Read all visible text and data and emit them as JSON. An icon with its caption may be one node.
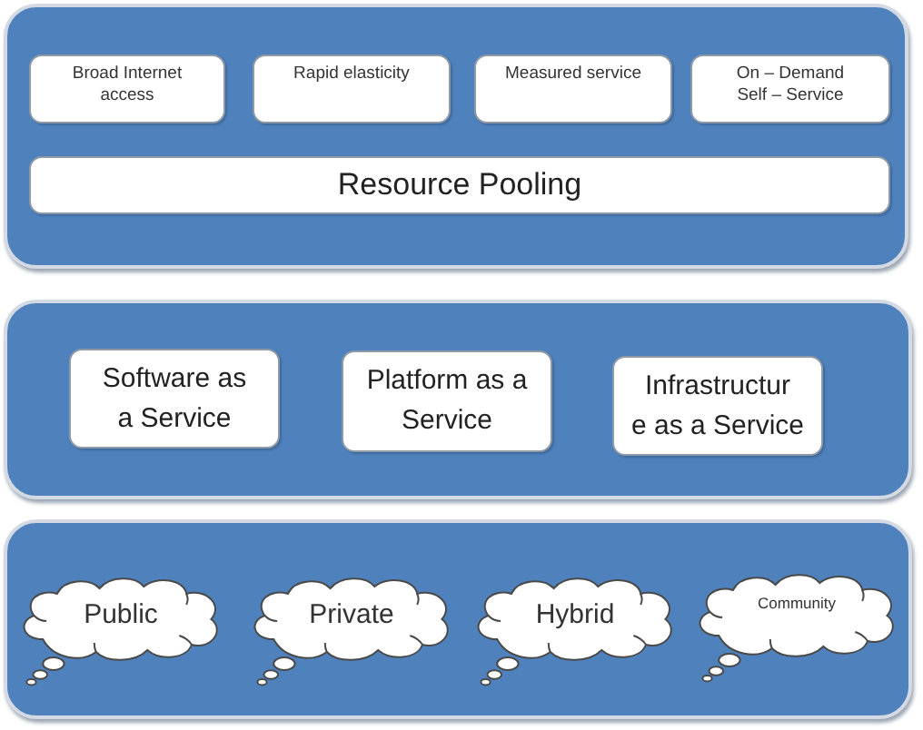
{
  "diagram": {
    "nodes": [
      {
        "text": [],
        "shape": "box"
      },
      {
        "text": [
          "Broad Internet access"
        ],
        "in": 0
      },
      {
        "text": [
          "Rapid elasticity"
        ],
        "in": 0
      },
      {
        "text": [
          "Measured service"
        ],
        "in": 0
      },
      {
        "text": [
          "On – Demand Self – Service"
        ],
        "in": 0
      },
      {
        "text": [
          "Resource Pooling"
        ],
        "in": 0
      },
      {
        "text": [],
        "shape": "box"
      },
      {
        "text": [
          "Software as a Service"
        ],
        "in": 6
      },
      {
        "text": [
          "Platform as a Service"
        ],
        "in": 6
      },
      {
        "text": [
          "Infrastructur e as a Service"
        ],
        "in": 6
      },
      {
        "text": [],
        "shape": "box"
      },
      {
        "text": [
          "Public"
        ],
        "in": 10
      },
      {
        "text": [
          "Private"
        ],
        "in": 10
      },
      {
        "text": [
          "Hybrid"
        ],
        "in": 10
      },
      {
        "text": [
          "Community"
        ],
        "in": 10
      }
    ]
  }
}
